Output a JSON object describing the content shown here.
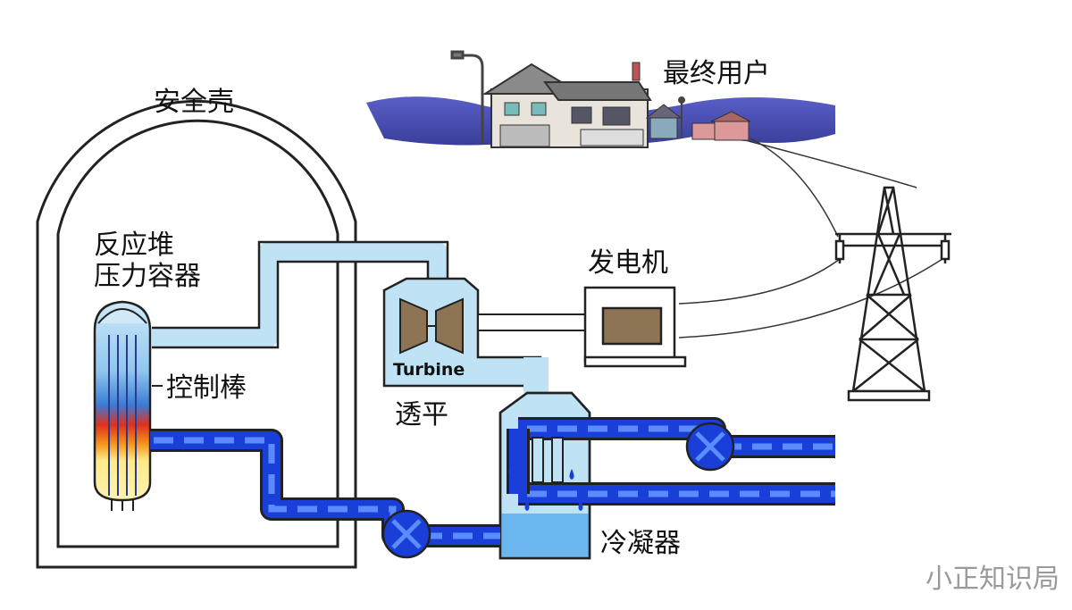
{
  "labels": {
    "containment": "安全壳",
    "reactor_line1": "反应堆",
    "reactor_line2": "压力容器",
    "control_rods": "控制棒",
    "turbine_en": "Turbine",
    "turbine_cn": "透平",
    "generator": "发电机",
    "end_user": "最终用户",
    "condenser": "冷凝器"
  },
  "watermark": "小正知识局",
  "colors": {
    "steam": "#bfe3f5",
    "water": "#1a3fd8",
    "water_dash": "#5b8cff",
    "hills": "#4b4fb0",
    "core_hot": "#e0301e",
    "core_warm": "#f5c400",
    "core_fuel": "#ffe98a",
    "turbine_blade": "#8c7455",
    "line": "#222222"
  },
  "icons": [
    "reactor-vessel-icon",
    "turbine-icon",
    "generator-icon",
    "pump-icon",
    "transmission-tower-icon",
    "house-icon",
    "street-lamp-icon"
  ]
}
